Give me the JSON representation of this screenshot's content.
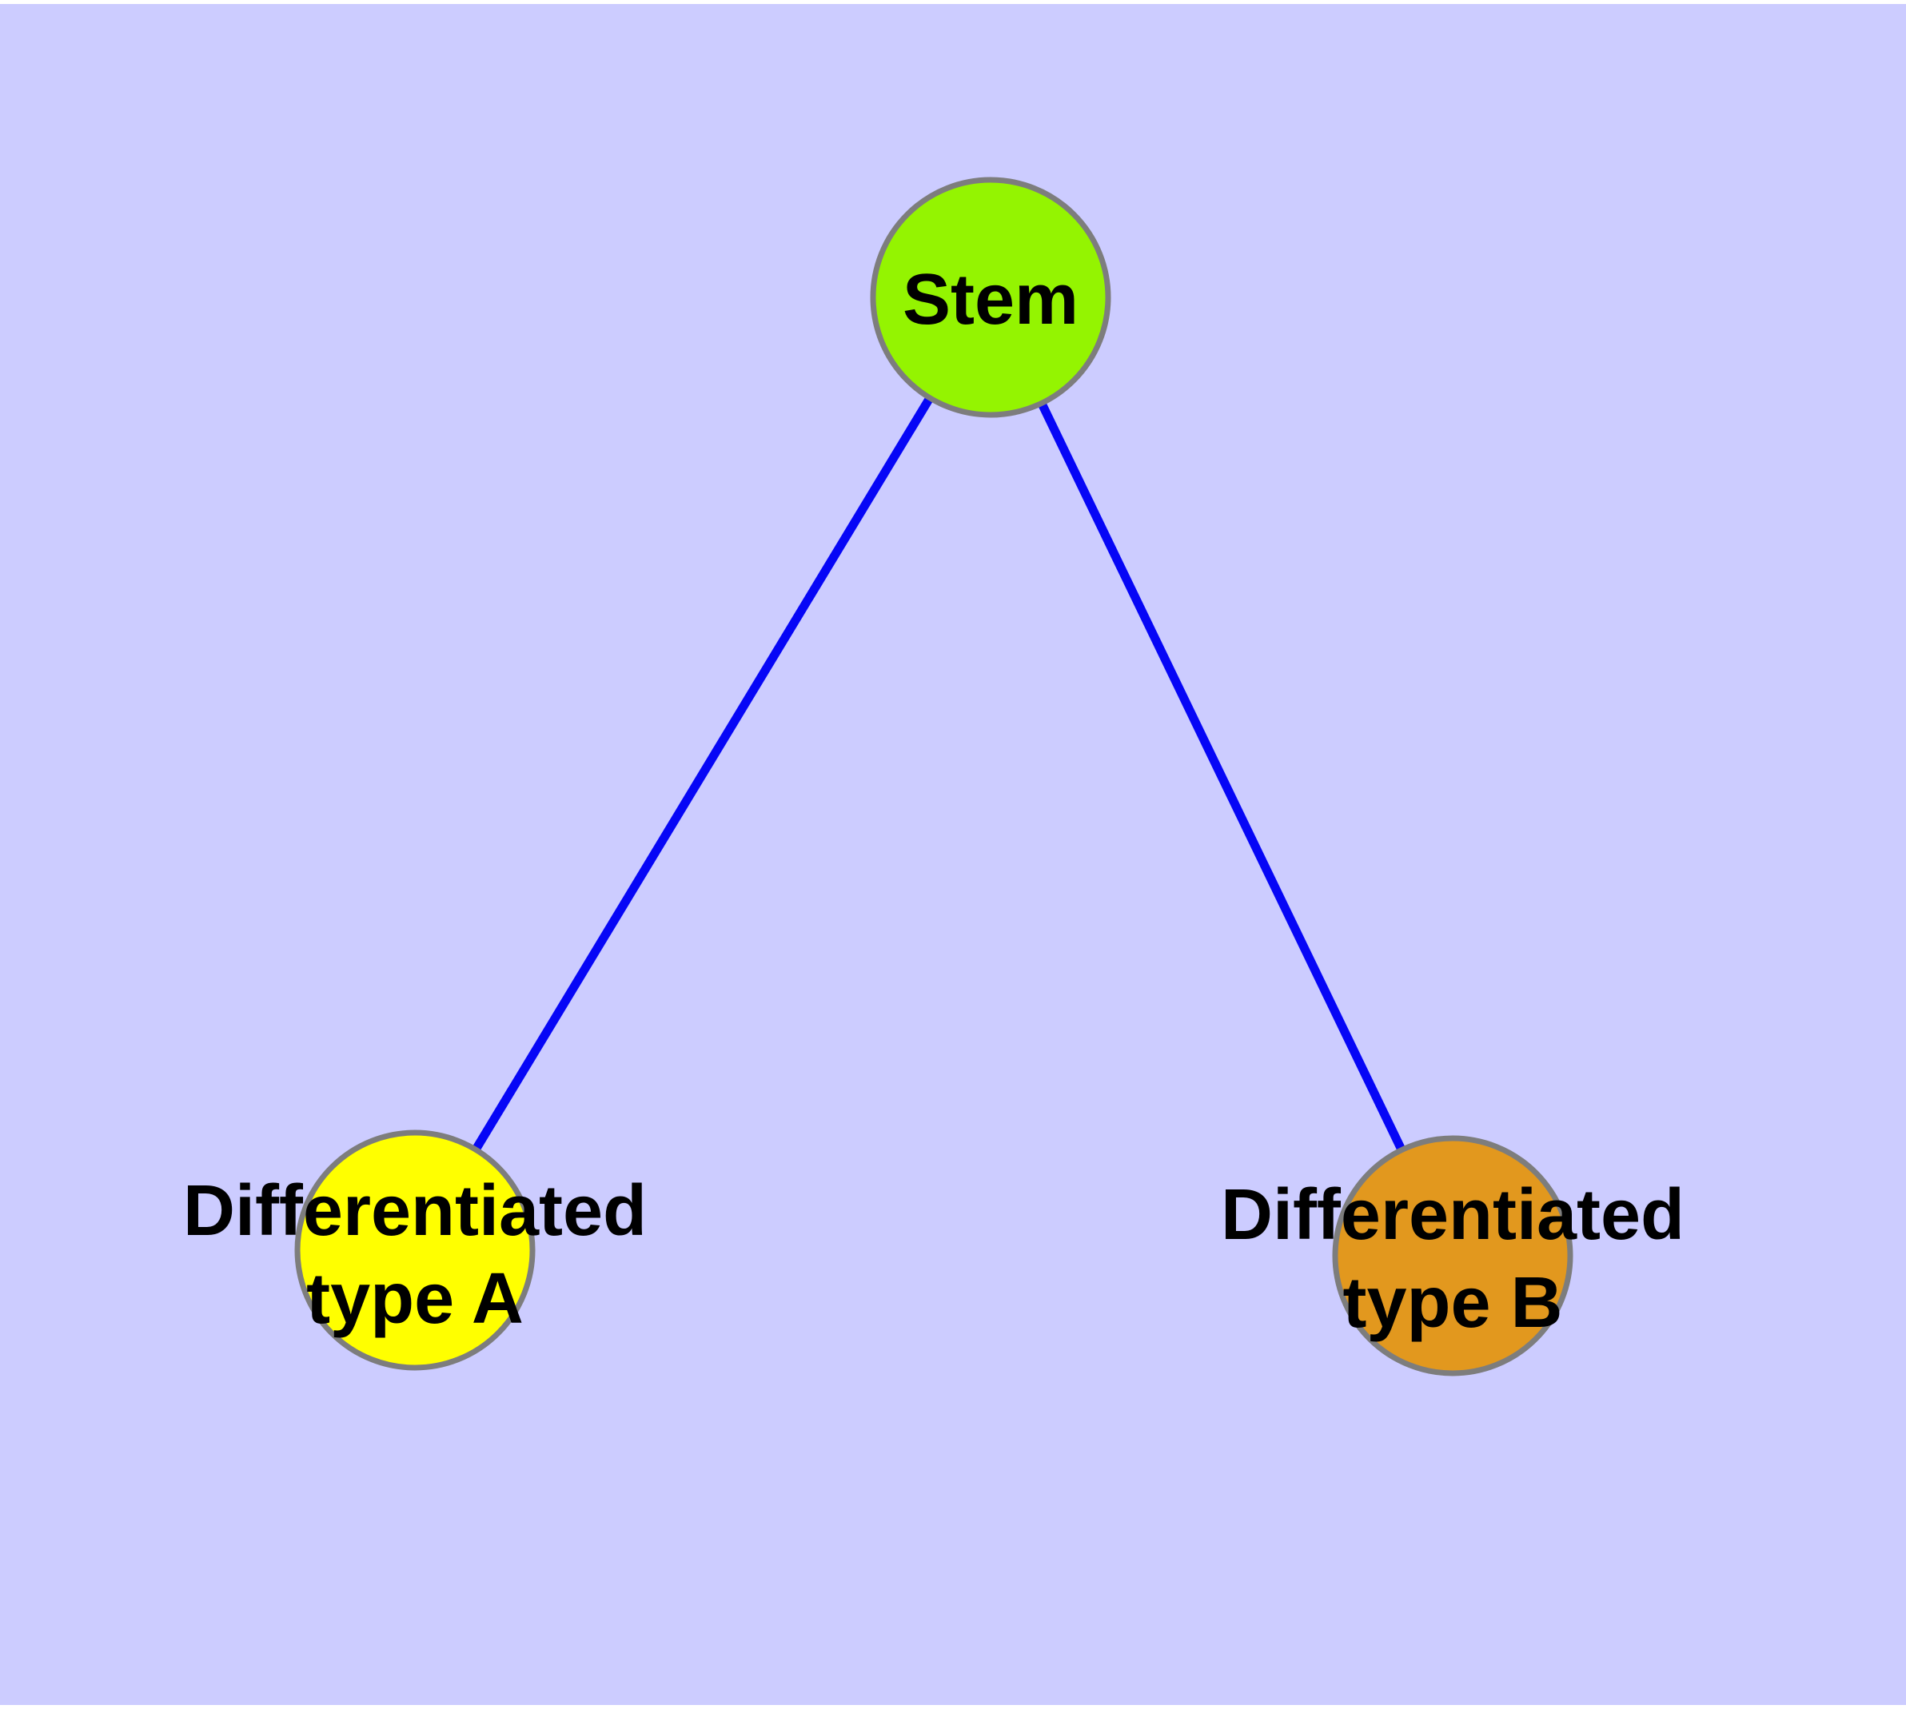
{
  "diagram": {
    "type": "node-link-graph",
    "nodes": {
      "stem": {
        "label": "Stem",
        "fill": "#94F401"
      },
      "type_a": {
        "label_line1": "Differentiated",
        "label_line2": "type A",
        "fill": "#FFFF00"
      },
      "type_b": {
        "label_line1": "Differentiated",
        "label_line2": "type B",
        "fill": "#E2981E"
      }
    },
    "edges": [
      {
        "from": "Stem",
        "to": "Differentiated type A"
      },
      {
        "from": "Stem",
        "to": "Differentiated type B"
      }
    ]
  },
  "colors": {
    "page_margin": "#FFFFFF",
    "background": "#CCCCFF",
    "edge": "#0606F6",
    "node_stroke": "#7D7D7D",
    "label_text": "#000000"
  }
}
